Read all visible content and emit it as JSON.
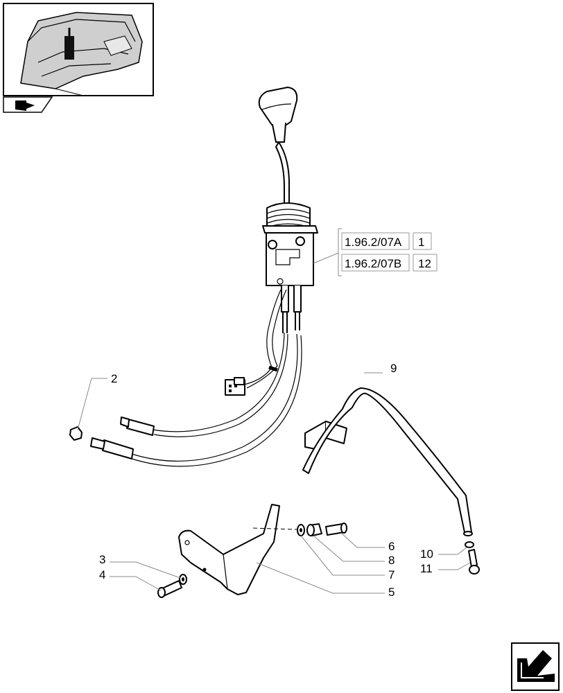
{
  "diagram": {
    "reference_codes": [
      {
        "code": "1.96.2/07A",
        "qty": "1"
      },
      {
        "code": "1.96.2/07B",
        "qty": "12"
      }
    ],
    "callouts": [
      "2",
      "3",
      "4",
      "5",
      "6",
      "7",
      "8",
      "9",
      "10",
      "11"
    ]
  },
  "icons": {
    "thumbnail": "tractor-cab-location-icon",
    "small_arrow": "prev-page-arrow-icon",
    "corner_arrow": "next-page-arrow-icon"
  }
}
